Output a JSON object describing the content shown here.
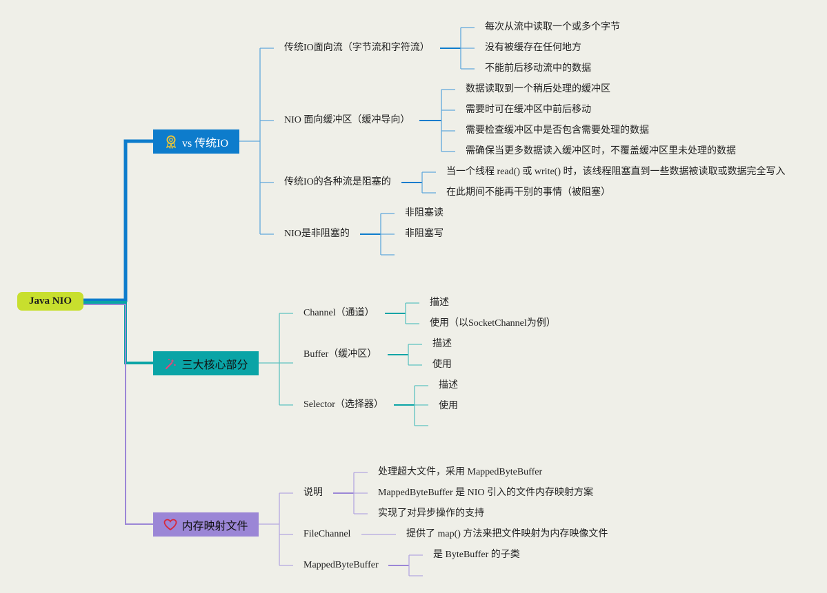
{
  "root": {
    "label": "Java NIO"
  },
  "colors": {
    "blue": "#0d7ccc",
    "teal": "#0aa4a6",
    "purple": "#9b86d6",
    "root": "#c8df2e",
    "background": "#efefe8"
  },
  "branches": [
    {
      "label": "vs 传统IO",
      "icon": "award-ribbon-icon",
      "children": [
        {
          "label": "传统IO面向流（字节流和字符流）",
          "children": [
            "每次从流中读取一个或多个字节",
            "没有被缓存在任何地方",
            "不能前后移动流中的数据"
          ]
        },
        {
          "label": "NIO 面向缓冲区（缓冲导向）",
          "children": [
            "数据读取到一个稍后处理的缓冲区",
            "需要时可在缓冲区中前后移动",
            "需要检查缓冲区中是否包含需要处理的数据",
            "需确保当更多数据读入缓冲区时，不覆盖缓冲区里未处理的数据"
          ]
        },
        {
          "label": "传统IO的各种流是阻塞的",
          "children": [
            "当一个线程 read() 或 write() 时，该线程阻塞直到一些数据被读取或数据完全写入",
            "在此期间不能再干别的事情（被阻塞）"
          ]
        },
        {
          "label": "NIO是非阻塞的",
          "children": [
            "非阻塞读",
            "非阻塞写",
            ""
          ]
        }
      ]
    },
    {
      "label": "三大核心部分",
      "icon": "magic-wand-icon",
      "children": [
        {
          "label": "Channel（通道）",
          "children": [
            "描述",
            "使用（以SocketChannel为例）"
          ]
        },
        {
          "label": "Buffer（缓冲区）",
          "children": [
            "描述",
            "使用"
          ]
        },
        {
          "label": "Selector（选择器）",
          "children": [
            "描述",
            "使用",
            ""
          ]
        }
      ]
    },
    {
      "label": "内存映射文件",
      "icon": "heart-icon",
      "children": [
        {
          "label": "说明",
          "children": [
            "处理超大文件，采用 MappedByteBuffer",
            "MappedByteBuffer 是 NIO 引入的文件内存映射方案",
            "实现了对异步操作的支持"
          ]
        },
        {
          "label": "FileChannel",
          "children": [
            "提供了 map() 方法来把文件映射为内存映像文件"
          ]
        },
        {
          "label": "MappedByteBuffer",
          "children": [
            "是 ByteBuffer 的子类",
            ""
          ]
        }
      ]
    }
  ]
}
